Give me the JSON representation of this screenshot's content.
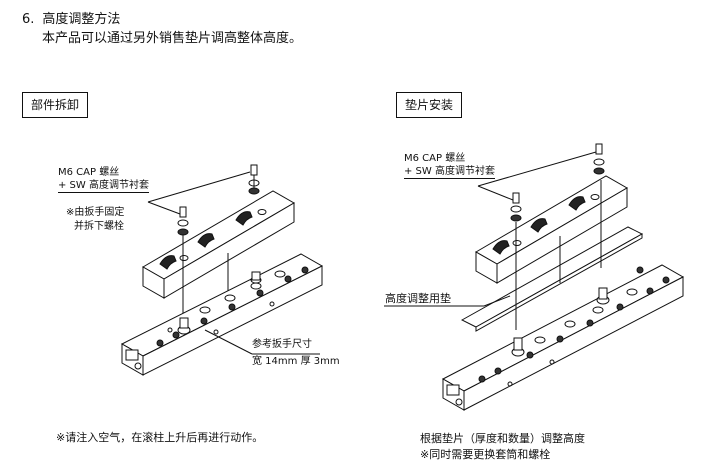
{
  "heading": {
    "number": "6.",
    "title": "高度调整方法"
  },
  "intro": "本产品可以通过另外销售垫片调高整体高度。",
  "left": {
    "box_label": "部件拆卸",
    "callout_line1": "M6 CAP 螺丝",
    "callout_line2": "+ SW 高度调节衬套",
    "note_line1": "※由扳手固定",
    "note_line2": "并拆下螺栓",
    "wrench_line1": "参考扳手尺寸",
    "wrench_line2": "宽 14mm 厚 3mm",
    "footnote": "※请注入空气，在滚柱上升后再进行动作。"
  },
  "right": {
    "box_label": "垫片安装",
    "callout_line1": "M6 CAP 螺丝",
    "callout_line2": "+ SW 高度调节衬套",
    "shim_label": "高度调整用垫",
    "footnote_line1": "根据垫片（厚度和数量）调整高度",
    "footnote_line2": "※同时需要更换套筒和螺栓"
  }
}
